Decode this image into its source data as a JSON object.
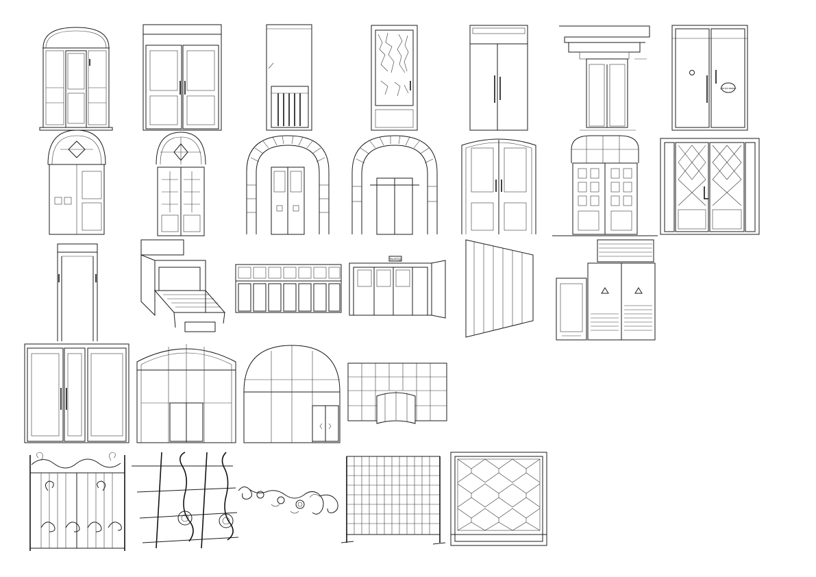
{
  "sheet": {
    "background": "#ffffff",
    "line_color": "#1a1a1a"
  },
  "labels": {
    "exit_sign": "ВЫХОД",
    "round_badge": "Доступ закрыт"
  },
  "items": [
    "arched-double-door-with-sidelights",
    "double-panel-door",
    "door-with-louvered-panel",
    "door-with-decorative-glass",
    "narrow-door-with-transom",
    "classic-portal-door-with-cornice",
    "double-glass-door-with-badge",
    "arched-door-with-diamond-transom",
    "arched-glazed-double-door",
    "brick-arch-portal-door",
    "brick-arch-portal-door-2",
    "classic-arched-double-door",
    "arched-paneled-double-door",
    "double-door-with-lattice-grille",
    "open-door-frame",
    "fold-down-bed-cabinet",
    "row-of-storage-lockers",
    "double-door-with-exit-sign",
    "partition-wall-panels",
    "electrical-cabinets-with-warning-signs",
    "glass-entrance-door-with-side-panel",
    "arched-storefront-glazing",
    "semicircle-arched-storefront",
    "glazed-facade-with-revolving-door",
    "wrought-iron-gate",
    "forged-window-grille",
    "decorative-scroll-ornament",
    "mesh-fence-panel",
    "geometric-fence-panel"
  ]
}
